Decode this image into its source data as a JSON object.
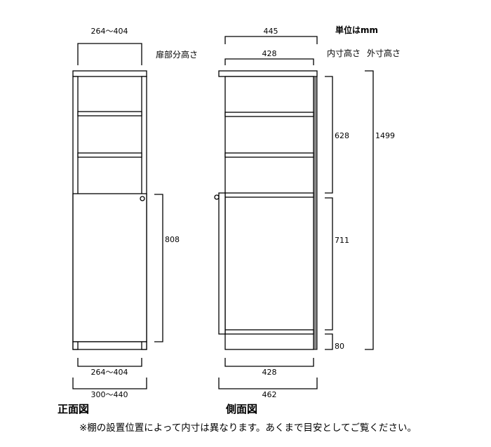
{
  "unit_label": "単位はmm",
  "front": {
    "title": "正面図",
    "door_height_label": "扉部分高さ",
    "top_width": "264〜404",
    "door_height": "808",
    "inner_width": "264〜404",
    "outer_width": "300〜440"
  },
  "side": {
    "title": "側面図",
    "inner_height_label": "内寸高さ",
    "outer_height_label": "外寸高さ",
    "top_depth": "445",
    "inner_top_depth": "428",
    "upper_inner_height": "628",
    "lower_inner_height": "711",
    "base_height": "80",
    "outer_height": "1499",
    "bottom_inner_depth": "428",
    "bottom_outer_depth": "462"
  },
  "note": "※棚の設置位置によって内寸は異なります。あくまで目安としてご覧ください。",
  "colors": {
    "side_panel": "#888888"
  }
}
